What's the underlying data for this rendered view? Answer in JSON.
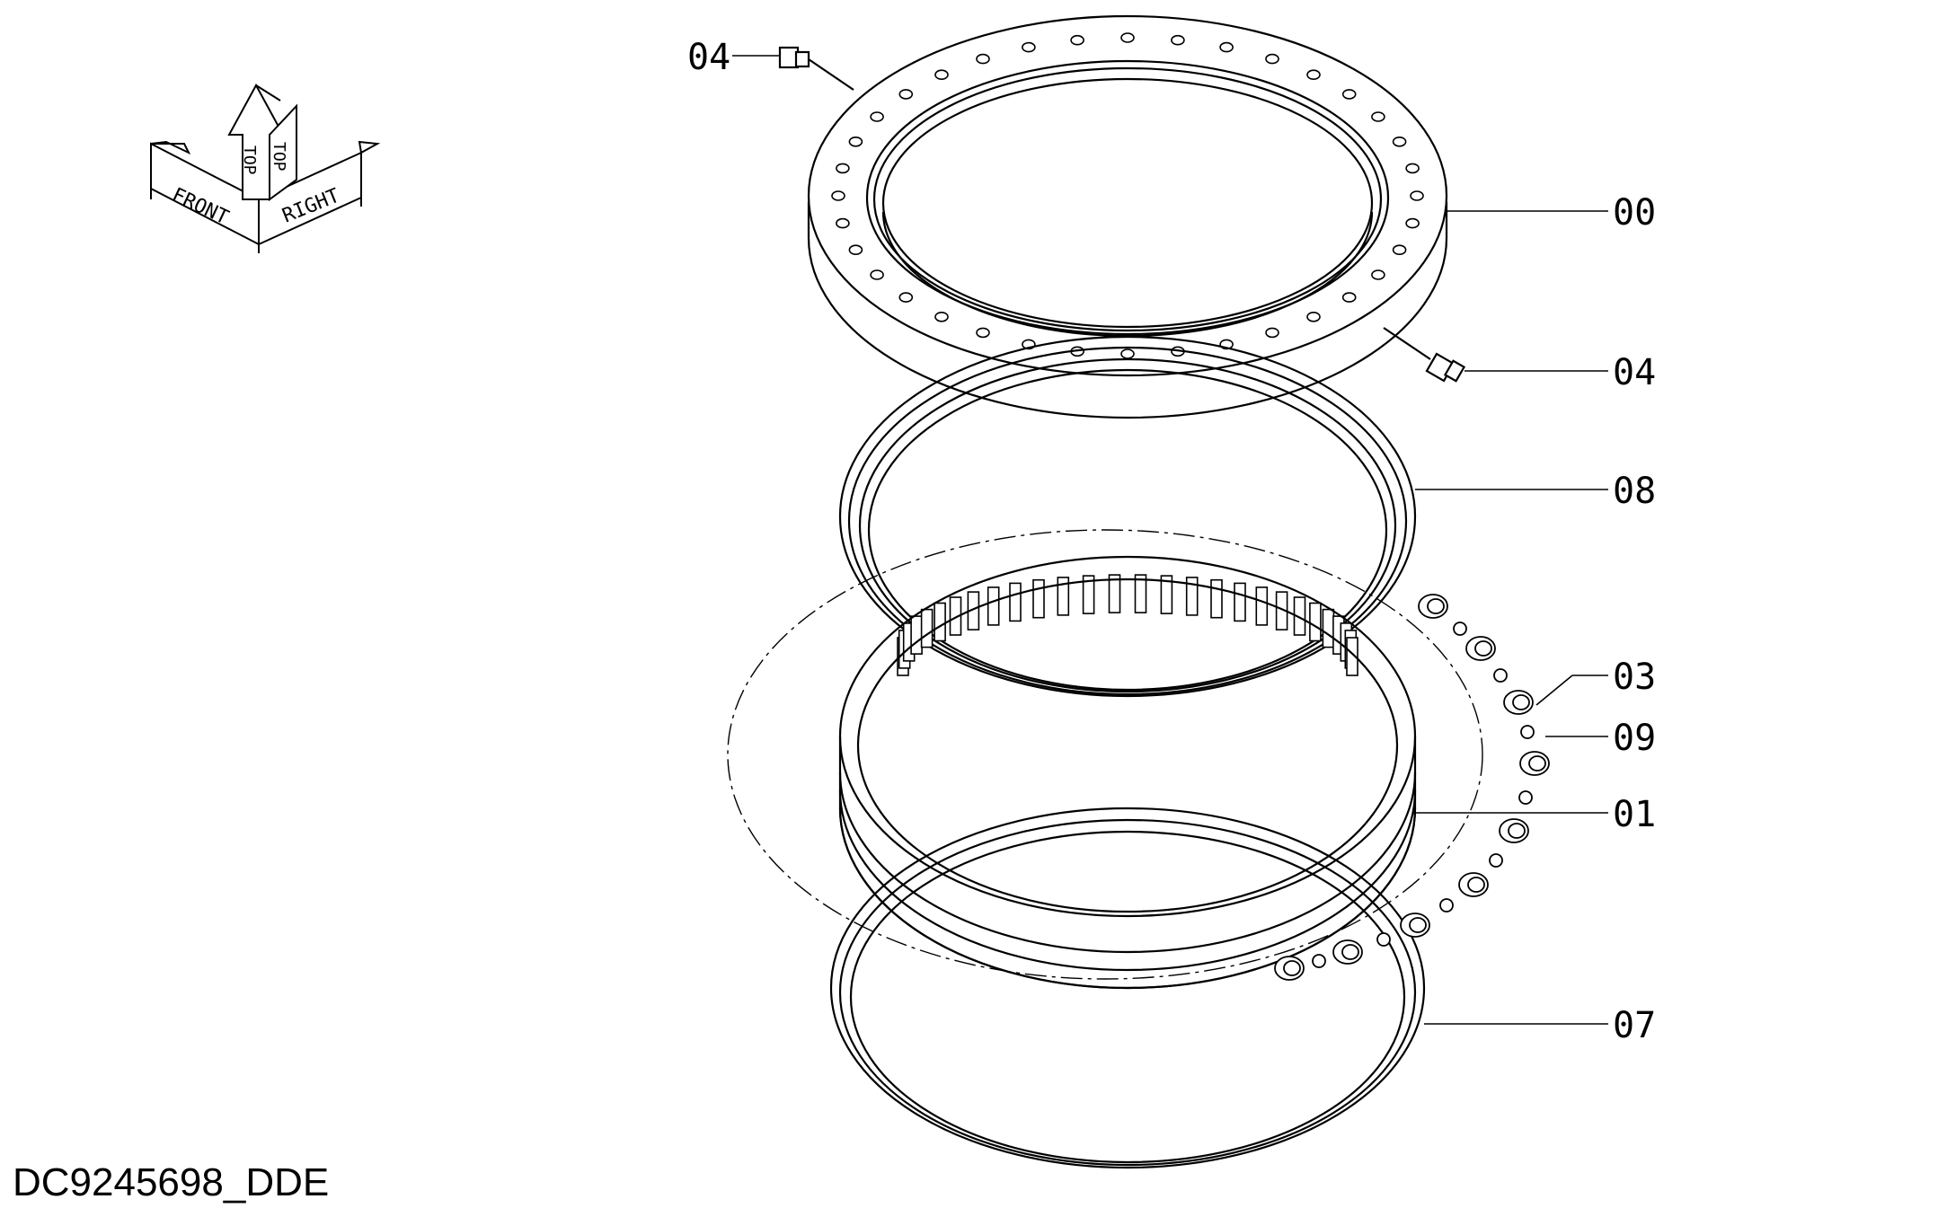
{
  "drawing_code": "DC9245698_DDE",
  "orientation": {
    "front": "FRONT",
    "top_left": "TOP",
    "top_right": "TOP",
    "right": "RIGHT"
  },
  "callouts": [
    {
      "id": "04",
      "part": "grease-fitting-top"
    },
    {
      "id": "00",
      "part": "outer-race-flange"
    },
    {
      "id": "04",
      "part": "grease-fitting-side"
    },
    {
      "id": "08",
      "part": "seal-ring-upper"
    },
    {
      "id": "03",
      "part": "roller"
    },
    {
      "id": "09",
      "part": "spacer-ball"
    },
    {
      "id": "01",
      "part": "inner-race-gear"
    },
    {
      "id": "07",
      "part": "seal-ring-lower"
    }
  ],
  "colors": {
    "line": "#000000",
    "background": "#ffffff"
  }
}
